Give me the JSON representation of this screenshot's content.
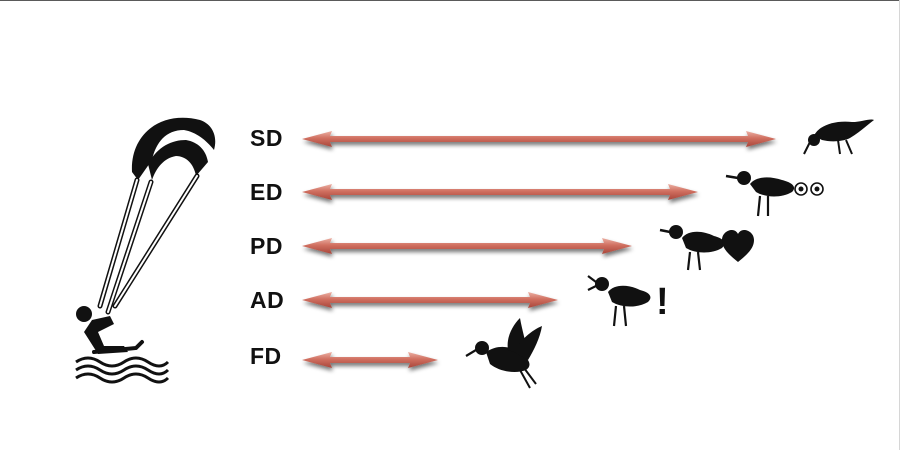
{
  "rows": [
    {
      "label": "SD",
      "reaction": "foraging"
    },
    {
      "label": "ED",
      "reaction": "eyes"
    },
    {
      "label": "PD",
      "reaction": "heart"
    },
    {
      "label": "AD",
      "reaction": "exclamation"
    },
    {
      "label": "FD",
      "reaction": "flight"
    }
  ],
  "glyphs": {
    "alert": "!"
  },
  "colors": {
    "arrow": "#c85a4c",
    "arrow_light": "#e8a195",
    "silhouette": "#111111"
  }
}
